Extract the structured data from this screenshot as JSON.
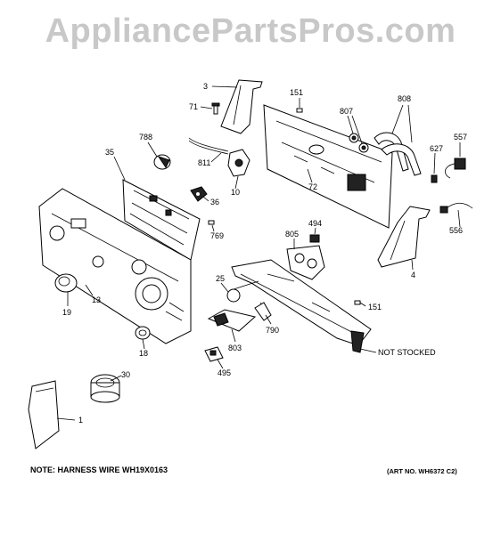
{
  "watermark": "AppliancePartsPros.com",
  "labels": [
    {
      "id": "3",
      "text": "3"
    },
    {
      "id": "151a",
      "text": "151"
    },
    {
      "id": "808",
      "text": "808"
    },
    {
      "id": "71",
      "text": "71"
    },
    {
      "id": "807",
      "text": "807"
    },
    {
      "id": "788",
      "text": "788"
    },
    {
      "id": "557",
      "text": "557"
    },
    {
      "id": "627",
      "text": "627"
    },
    {
      "id": "35",
      "text": "35"
    },
    {
      "id": "811",
      "text": "811"
    },
    {
      "id": "10",
      "text": "10"
    },
    {
      "id": "72",
      "text": "72"
    },
    {
      "id": "36",
      "text": "36"
    },
    {
      "id": "556",
      "text": "556"
    },
    {
      "id": "494",
      "text": "494"
    },
    {
      "id": "769",
      "text": "769"
    },
    {
      "id": "805",
      "text": "805"
    },
    {
      "id": "4",
      "text": "4"
    },
    {
      "id": "25",
      "text": "25"
    },
    {
      "id": "13",
      "text": "13"
    },
    {
      "id": "151b",
      "text": "151"
    },
    {
      "id": "19",
      "text": "19"
    },
    {
      "id": "790",
      "text": "790"
    },
    {
      "id": "803",
      "text": "803"
    },
    {
      "id": "18",
      "text": "18"
    },
    {
      "id": "not_stocked",
      "text": "NOT STOCKED"
    },
    {
      "id": "495",
      "text": "495"
    },
    {
      "id": "30",
      "text": "30"
    },
    {
      "id": "1",
      "text": "1"
    }
  ],
  "footer": {
    "note": "NOTE: HARNESS WIRE WH19X0163",
    "art_no": "(ART NO. WH6372 C2)"
  }
}
